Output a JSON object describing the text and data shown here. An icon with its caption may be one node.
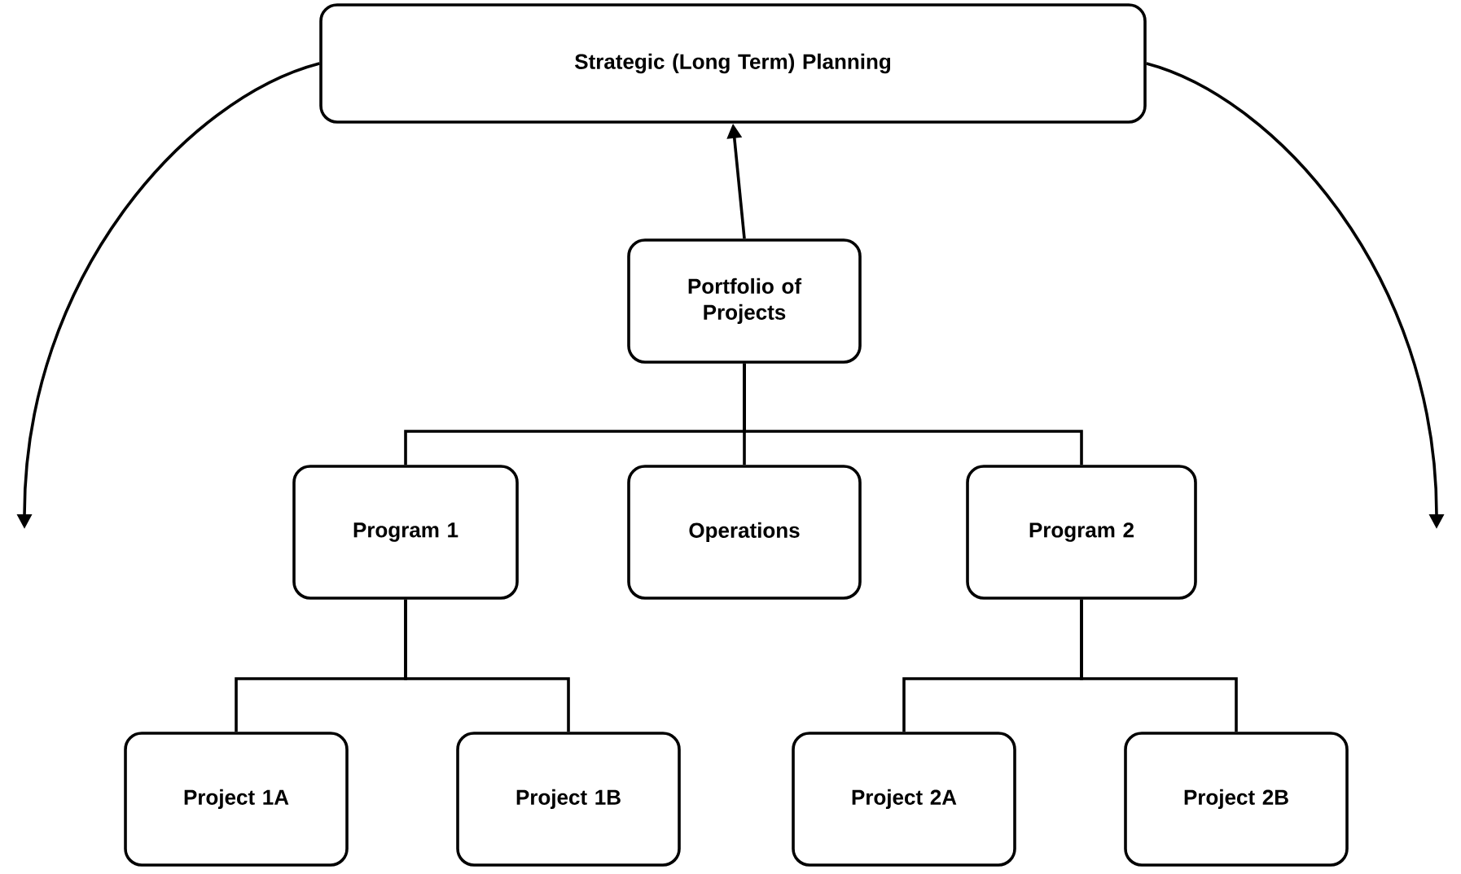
{
  "diagram": {
    "nodes": [
      {
        "text": [
          "Strategic (Long Term) Planning"
        ]
      },
      {
        "text": [
          "Portfolio of Projects"
        ]
      },
      {
        "text": [
          "Program 1"
        ]
      },
      {
        "text": [
          "Operations"
        ]
      },
      {
        "text": [
          "Program 2"
        ]
      },
      {
        "text": [
          "Project 1A"
        ]
      },
      {
        "text": [
          "Project 1B"
        ]
      },
      {
        "text": [
          "Project 2A"
        ]
      },
      {
        "text": [
          "Project 2B"
        ]
      }
    ],
    "edges": [
      {
        "from": 1,
        "to": 0,
        "arrow": "to"
      },
      {
        "from": 1,
        "to": 2,
        "arrow": "none"
      },
      {
        "from": 1,
        "to": 3,
        "arrow": "none"
      },
      {
        "from": 1,
        "to": 4,
        "arrow": "none"
      },
      {
        "from": 2,
        "to": 5,
        "arrow": "none"
      },
      {
        "from": 2,
        "to": 6,
        "arrow": "none"
      },
      {
        "from": 4,
        "to": 7,
        "arrow": "none"
      },
      {
        "from": 4,
        "to": 8,
        "arrow": "none"
      },
      {
        "from": 0,
        "to": null,
        "arrow": "to"
      },
      {
        "from": 0,
        "to": null,
        "arrow": "to"
      }
    ]
  }
}
